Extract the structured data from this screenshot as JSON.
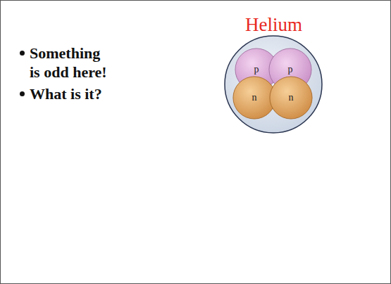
{
  "diagram": {
    "title": "Helium",
    "nodes": [
      {
        "text": [
          "p"
        ]
      },
      {
        "text": [
          "p"
        ]
      },
      {
        "text": [
          "n"
        ]
      },
      {
        "text": [
          "n"
        ]
      }
    ],
    "labels": [
      "Something is odd here!",
      "What is it?"
    ]
  }
}
